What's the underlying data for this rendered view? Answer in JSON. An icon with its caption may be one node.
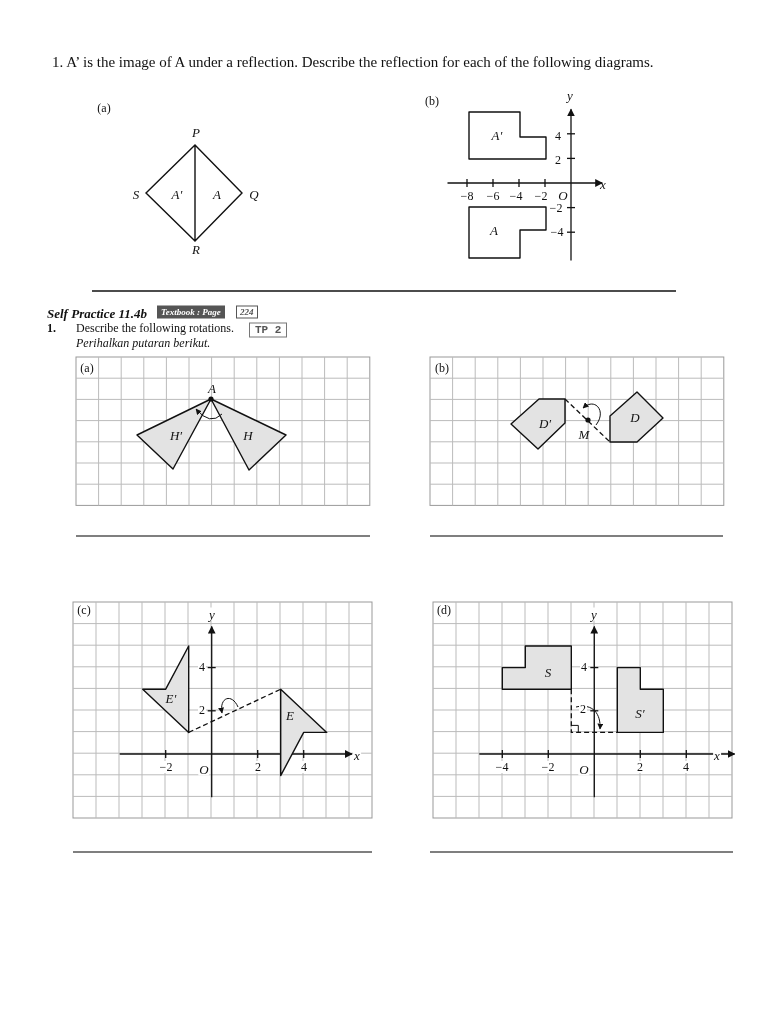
{
  "diagram": {
    "labels": [
      "1. A’ is the image of A under a reflection. Describe the reflection for each of the following diagrams.",
      "(a)",
      "P",
      "S",
      "A′",
      "A",
      "Q",
      "R",
      "(b)",
      "y",
      "A′",
      "4",
      "2",
      "x",
      "−8",
      "−6",
      "−4",
      "−2",
      "O",
      "−2",
      "A",
      "−4",
      "Self Practice 11.4b",
      "Textbook : Page",
      "224",
      "1.",
      "Describe the following rotations.",
      "TP 2",
      "Perihalkan putaran berikut.",
      "(a)",
      "A",
      "H′",
      "H",
      "(b)",
      "D′",
      "D",
      "M",
      "(c)",
      "y",
      "4",
      "E′",
      "2",
      "E",
      "x",
      "−2",
      "O",
      "2",
      "4",
      "(d)",
      "y",
      "S",
      "4",
      "S′",
      "2",
      "x",
      "−4",
      "−2",
      "O",
      "2",
      "4"
    ]
  }
}
